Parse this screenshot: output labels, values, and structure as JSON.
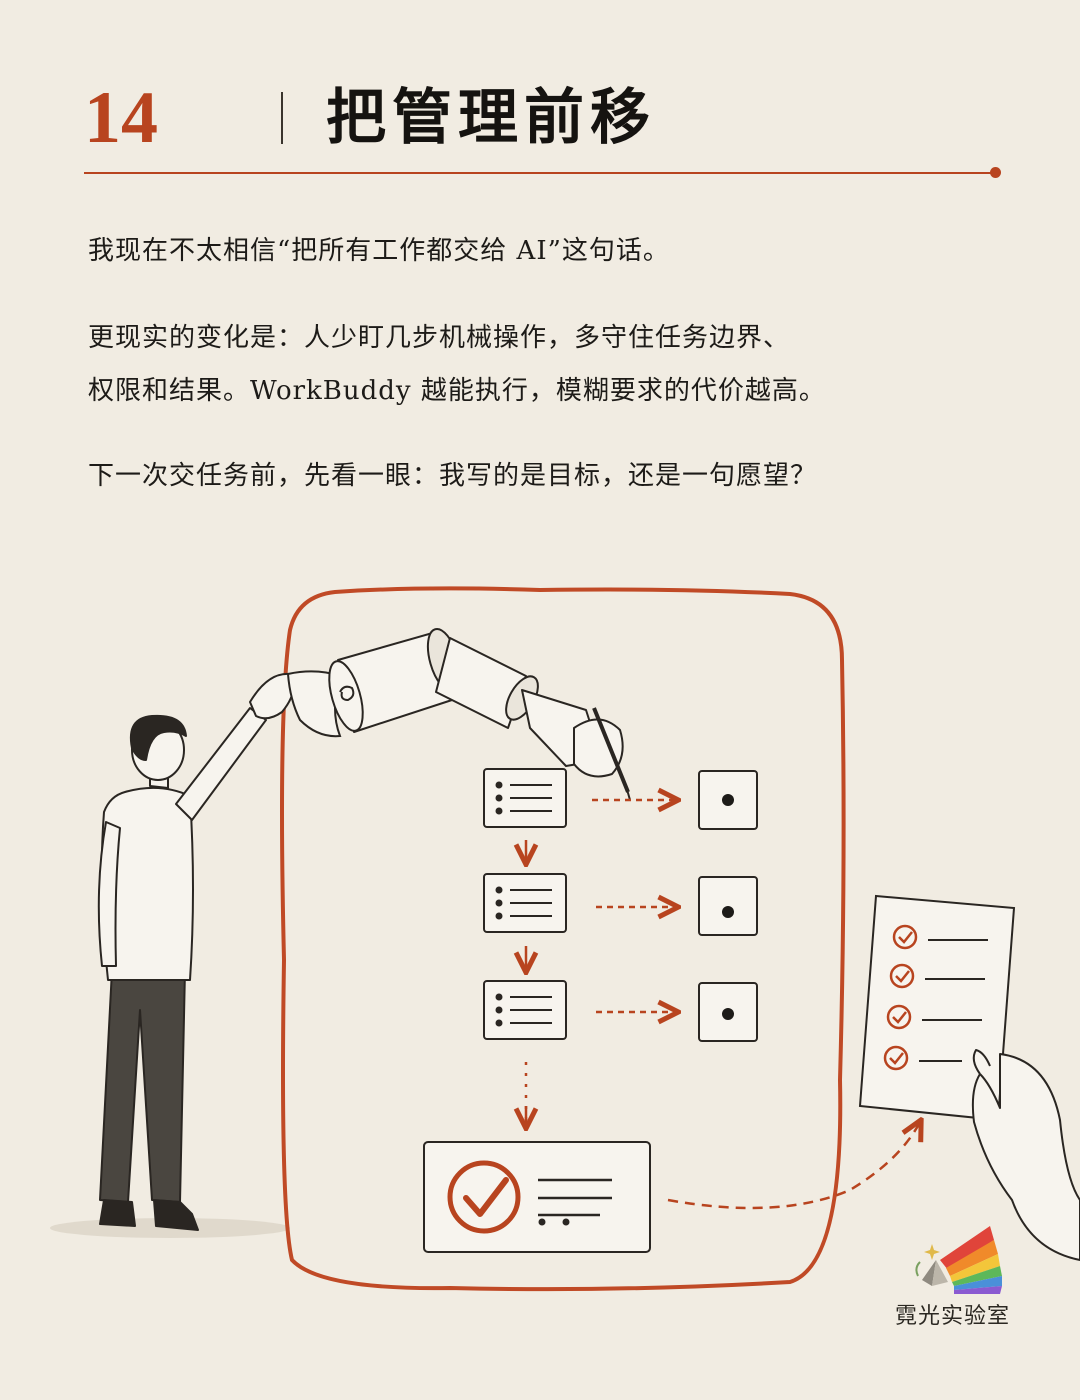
{
  "header": {
    "number": "14",
    "title": "把管理前移"
  },
  "body": {
    "p1": "我现在不太相信“把所有工作都交给 AI”这句话。",
    "p2_line1": "更现实的变化是：人少盯几步机械操作，多守住任务边界、",
    "p2_line2": "权限和结果。WorkBuddy 越能执行，模糊要求的代价越高。",
    "p3": "下一次交任务前，先看一眼：我写的是目标，还是一句愿望？"
  },
  "brand": {
    "name": "霓光实验室"
  },
  "colors": {
    "accent": "#b8441f",
    "background": "#f1ece2",
    "ink": "#1d1b18"
  }
}
